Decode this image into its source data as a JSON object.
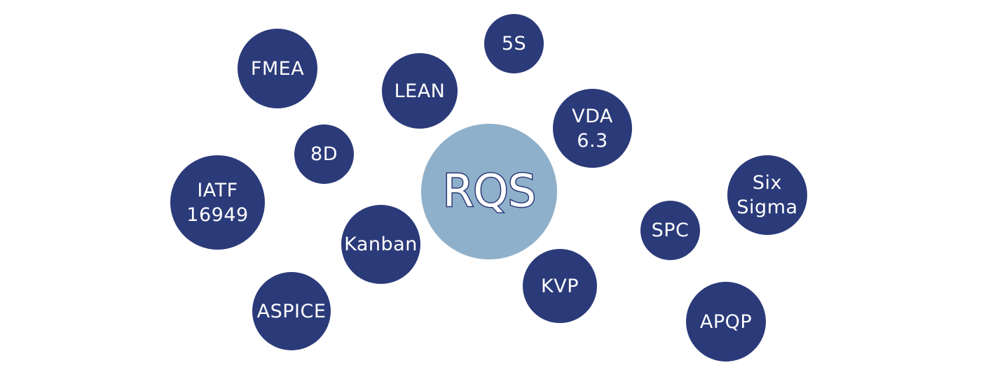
{
  "diagram": {
    "center": {
      "label": "RQS",
      "fill": "#8fb0ca",
      "outline": "#2b3a79"
    },
    "bubble_color": "#2b3a79",
    "nodes": [
      {
        "label": "FMEA"
      },
      {
        "label": "5S"
      },
      {
        "label": "LEAN"
      },
      {
        "label": "VDA\n6.3"
      },
      {
        "label": "8D"
      },
      {
        "label": "IATF\n16949"
      },
      {
        "label": "Six\nSigma"
      },
      {
        "label": "SPC"
      },
      {
        "label": "Kanban"
      },
      {
        "label": "KVP"
      },
      {
        "label": "ASPICE"
      },
      {
        "label": "APQP"
      }
    ]
  }
}
